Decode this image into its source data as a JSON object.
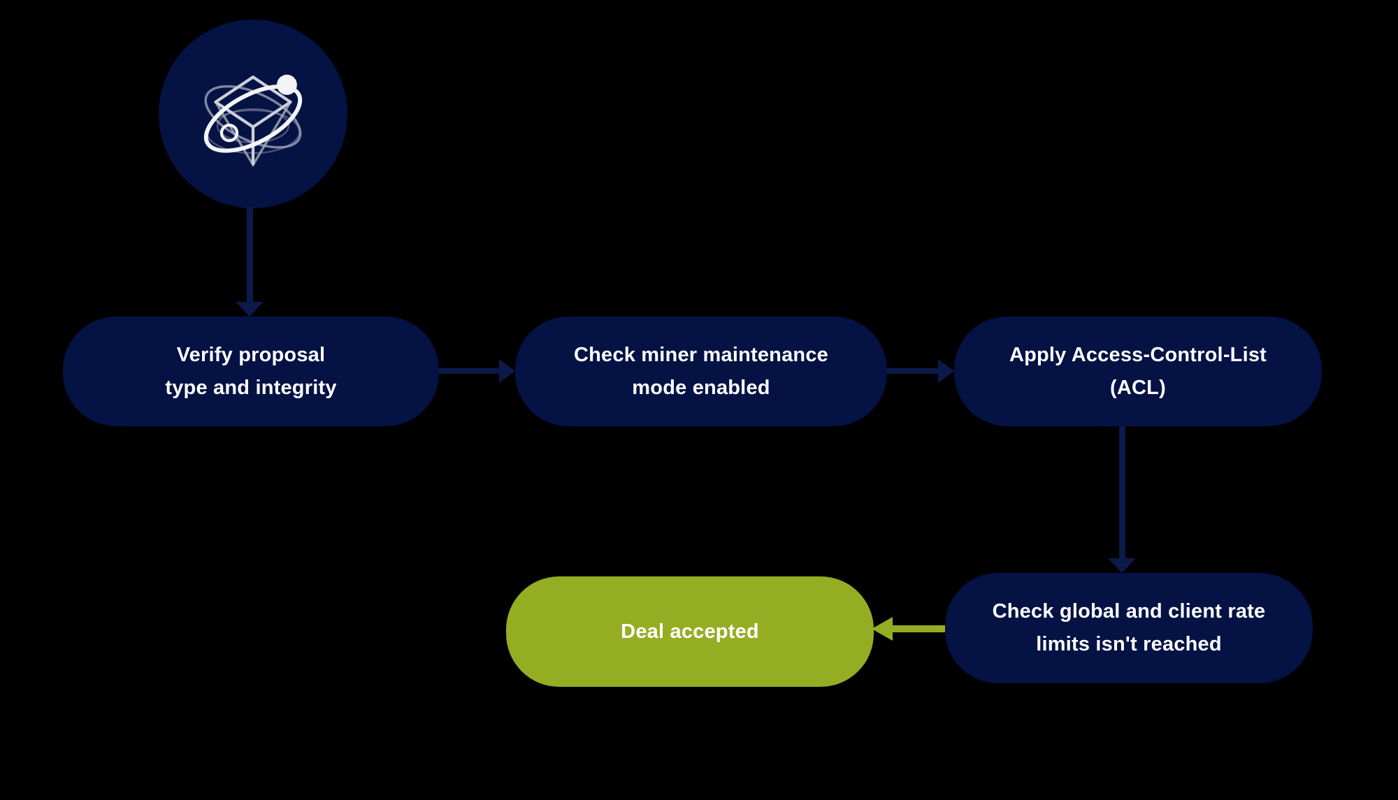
{
  "colors": {
    "background": "#000000",
    "node_navy": "#041244",
    "node_green": "#95ad23",
    "arrow_navy": "#0c1a4b",
    "arrow_green": "#95ad23",
    "text": "#ffffff",
    "logo_white": "#f3f4f7",
    "logo_gray": "#a9afbd",
    "logo_cube": "#ccd0d8"
  },
  "start": {
    "icon": "cube-orbit-logo"
  },
  "nodes": {
    "verify": {
      "line1": "Verify proposal",
      "line2": "type and integrity"
    },
    "maintenance": {
      "line1": "Check miner maintenance",
      "line2": "mode enabled"
    },
    "acl": {
      "line1": "Apply Access-Control-List",
      "line2": "(ACL)"
    },
    "rate_limits": {
      "line1": "Check global and client rate",
      "line2": "limits isn't reached"
    },
    "deal_accepted": {
      "line1": "Deal accepted"
    }
  }
}
